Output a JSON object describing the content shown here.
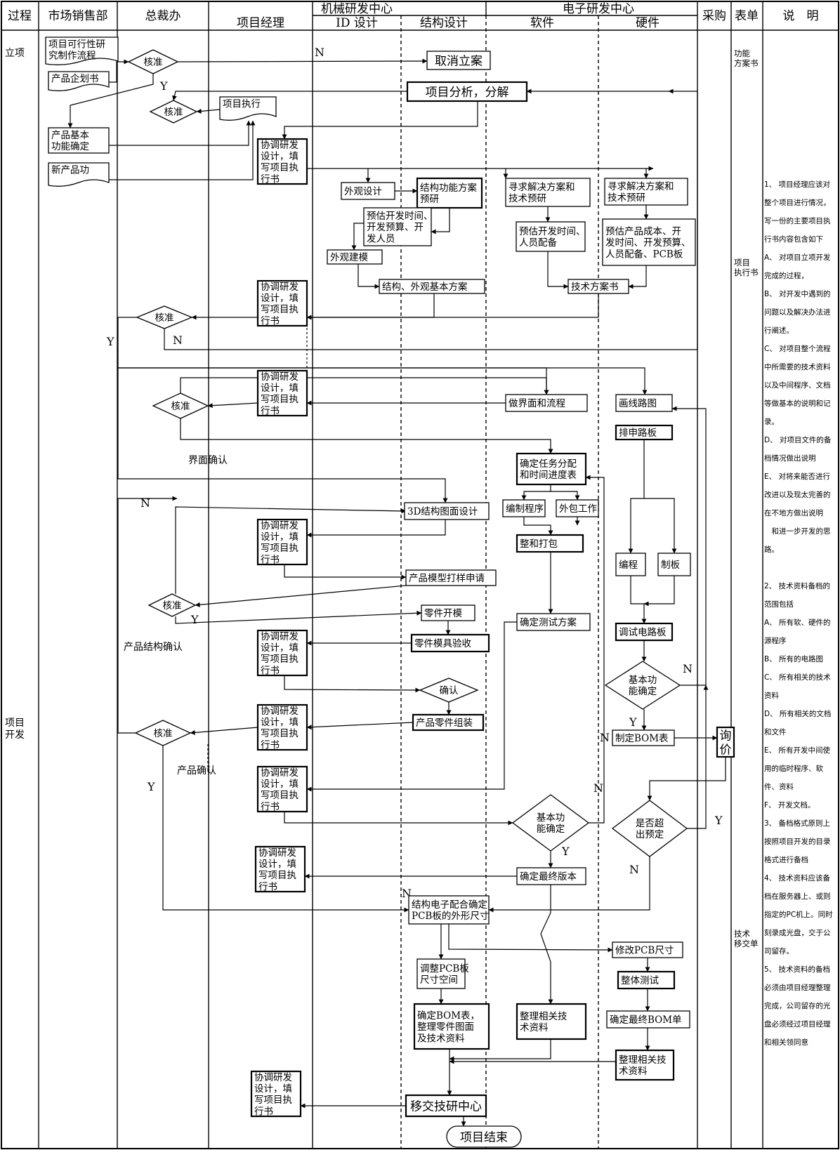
{
  "header": {
    "process": "过程",
    "marketing": "市场销售部",
    "ceo_office": "总裁办",
    "project_manager": "项目经理",
    "mech_center": "机械研发中心",
    "id_design": "ID 设计",
    "structure_design": "结构设计",
    "elec_center": "电子研发中心",
    "software": "软件",
    "hardware": "硬件",
    "purchasing": "采购",
    "forms": "表单",
    "notes": "说　明"
  },
  "phases": {
    "initiation": "立项",
    "development": "项目\n开发"
  },
  "forms_column": {
    "f1": "功能\n方案书",
    "f2": "项目\n执行书",
    "f3": "技术\n移交单"
  },
  "nodes": {
    "feasibility": "项目可行性研\n究制作流程",
    "product_plan": "产品企划书",
    "approve1": "核准",
    "cancel": "取消立案",
    "analysis": "项目分析，分解",
    "approve2": "核准",
    "project_exec": "项目执行",
    "basic_func": "产品基本\n功能确定",
    "new_product": "新产品功",
    "coord1": "协调研发\n设计，填\n写项目执\n行书",
    "appearance_design": "外观设计",
    "struct_func": "结构功能方案\n预研",
    "estimate_mech": "预估开发时间、\n开发预算、开\n发人员",
    "appearance_model": "外观建模",
    "struct_basic": "结构、外观基本方案",
    "sw_research": "寻求解决方案和\n技术预研",
    "sw_estimate": "预估开发时间、\n人员配备",
    "hw_research": "寻求解决方案和\n技术预研",
    "hw_estimate": "预估产品成本、开\n发时间、开发预算、\n人员配备、PCB板",
    "tech_plan": "技术方案书",
    "coord2": "协调研发\n设计，填\n写项目执\n行书",
    "approve3": "核准",
    "coord3": "协调研发\n设计，填\n写项目执\n行书",
    "approve4": "核准",
    "ui_flow": "做界面和流程",
    "ui_confirm": "界面确认",
    "circuit": "画线路图",
    "layout_pcb": "排申路板",
    "task_assign": "确定任务分配\n和时间进度表",
    "coding": "编制程序",
    "outsource": "外包工作",
    "integrate": "整和打包",
    "test_plan": "确定测试方案",
    "struct3d": "3D结构图面设计",
    "coord4": "协调研发\n设计，填\n写项目执\n行书",
    "model_request": "产品模型打样申请",
    "approve5": "核准",
    "part_mold": "零件开模",
    "mold_accept": "零件模具验收",
    "struct_confirm": "产品结构确认",
    "coord5": "协调研发\n设计，填\n写项目执\n行书",
    "confirm": "确认",
    "part_assembly": "产品零件组装",
    "coord6": "协调研发\n设计，填\n写项目执\n行书",
    "approve6": "核准",
    "product_confirm": "产品确认",
    "coord7": "协调研发\n设计，填\n写项目执\n行书",
    "program": "编程",
    "make_board": "制板",
    "debug_board": "调试电路板",
    "hw_basic_func": "基本功\n能确定",
    "make_bom": "制定BOM表",
    "inquiry": "询\n价",
    "sw_basic_func": "基本功\n能确定",
    "over_budget": "是否超\n出预定",
    "final_version": "确定最终版本",
    "coord8": "协调研发\n设计，填\n写项目执\n行书",
    "pcb_shape": "结构电子配合确定\nPCB板的外形尺寸",
    "modify_pcb": "修改PCB尺寸",
    "adjust_pcb": "调整PCB板\n尺寸空间",
    "overall_test": "整体测试",
    "bom_docs": "确定BOM表，\n整理零件图面\n及技术资料",
    "sw_docs": "整理相关技\n术资料",
    "final_bom": "确定最终BOM单",
    "hw_docs": "整理相关技\n术资料",
    "coord9": "协调研发\n设计，填\n写项目执\n行书",
    "transfer": "移交技研中心",
    "project_end": "项目结束"
  },
  "edge_labels": {
    "y": "Y",
    "n": "N"
  },
  "notes_text": "1、 项目经理应该对整个项目进行情况，写一份的主要项目执行书内容包含如下\nA、 对项目立项开发完成的过程，\nB、 对开发中遇到的问题以及解决办法进行阐述。\nC、 对项目整个流程中所需要的技术资料以及中间程序、文档等做基本的说明和记录。\nD、 对项目文件的备档情况做出说明\nE、 对将来能否进行改进以及现太完善的在不地方做出说明\n　和进一步开发的思路。\n\n2、 技术资料备档的范围包括\nA、 所有软、硬件的源程序\nB、 所有的电路图\nC、 所有相关的技术资料\nD、 所有相关的文档和文件\nE、 所有开发中间使用的临时程序、软件、资料\nF、 开发文档。\n3、 备档格式原则上按照项目开发的目录格式进行备档\n4、 技术资料应该备档在服务器上、或则指定的PC机上。同时刻录成光盘，交于公司留存。\n5、 技术资料的备档必须由项目经理整理完成，公司留存的光盘必须经过项目经理和相关领同意"
}
